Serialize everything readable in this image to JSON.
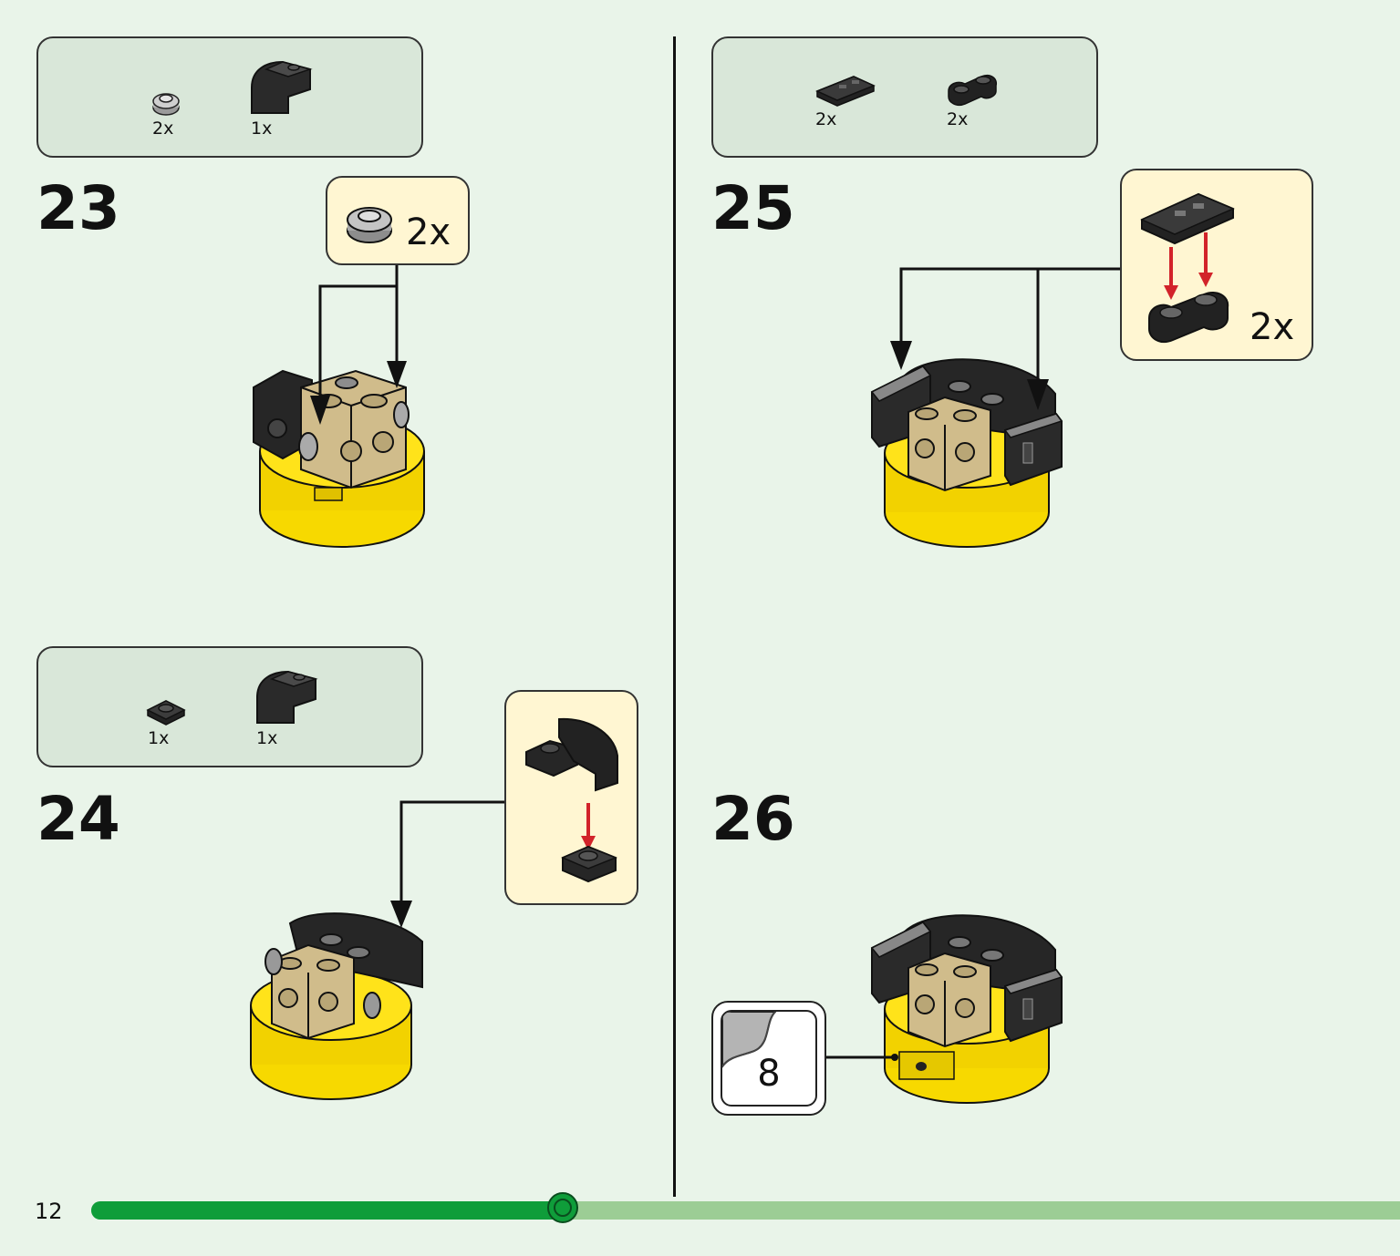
{
  "page": {
    "number": "12",
    "progress_fraction": 0.36
  },
  "colors": {
    "background": "#e9f4e9",
    "parts_box": "#d9e7d9",
    "sub_box": "#fff6d2",
    "progress_done": "#0f9d3a",
    "progress_todo": "#9ccd95",
    "arrow": "#111111",
    "sub_arrow": "#d2232a"
  },
  "steps": [
    {
      "number": "23",
      "parts": [
        {
          "icon": "round-plate-1x1-grey-icon",
          "qty": "2x"
        },
        {
          "icon": "curved-slope-black-icon",
          "qty": "1x"
        }
      ],
      "subassembly": {
        "icon": "round-plate-1x1-grey-icon",
        "qty": "2x"
      }
    },
    {
      "number": "24",
      "parts": [
        {
          "icon": "plate-1x1-black-icon",
          "qty": "1x"
        },
        {
          "icon": "curved-slope-black-icon",
          "qty": "1x"
        }
      ],
      "subassembly": {
        "icon": "slope-on-plate-icon"
      }
    },
    {
      "number": "25",
      "parts": [
        {
          "icon": "tile-1x2-grille-black-icon",
          "qty": "2x"
        },
        {
          "icon": "plate-1x2-rounded-black-icon",
          "qty": "2x"
        }
      ],
      "subassembly": {
        "icon": "tile-on-plate-icon",
        "qty": "2x"
      }
    },
    {
      "number": "26",
      "sticker": {
        "icon": "sticker-icon",
        "number": "8"
      }
    }
  ]
}
